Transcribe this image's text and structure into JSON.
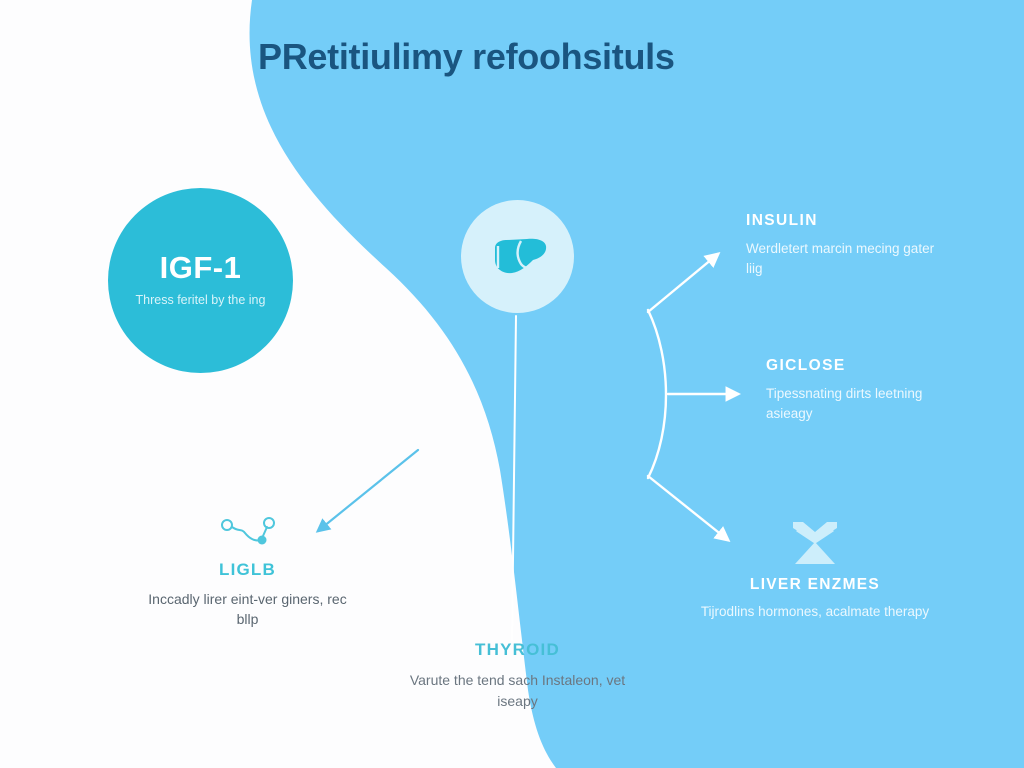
{
  "header": {
    "title": "PRetitiulimy refoohsituls"
  },
  "colors": {
    "background_blue": "#74cdf8",
    "background_white": "#fdfdfe",
    "teal_circle": "#2cbdd8",
    "pale_circle": "#d6f1fb",
    "title_navy": "#1a5580",
    "arrow_white": "#ffffff",
    "arrow_blue": "#5bc2ea",
    "teal_text": "#3fc3d8",
    "body_gray": "#5a6670"
  },
  "nodes": {
    "igf1": {
      "title": "IGF-1",
      "subtitle": "Thress feritel by the ing",
      "icon": "none"
    },
    "liver_organ": {
      "icon": "liver-icon"
    },
    "insulin": {
      "title": "INSULIN",
      "subtitle": "Werdletert marcin mecing gater liig"
    },
    "glucose": {
      "title": "GICLOSE",
      "subtitle": "Tipessnating dirts leetning asieagy"
    },
    "liver_enzymes": {
      "title": "LIVER ENZMES",
      "subtitle": "Tijrodlins hormones, acalmate therapy",
      "icon": "hourglass-icon"
    },
    "liglb": {
      "title": "LIGLB",
      "subtitle": "Inccadly lirer eint-ver giners, rec bllp",
      "icon": "molecule-icon"
    },
    "thyroid": {
      "title": "THYROID",
      "subtitle": "Varute the tend sach Instaleon, vet iseapy"
    }
  },
  "connectors": [
    {
      "name": "bracket-to-insulin",
      "from": "bracket",
      "to": "insulin",
      "color": "#ffffff"
    },
    {
      "name": "bracket-to-glucose",
      "from": "bracket",
      "to": "glucose",
      "color": "#ffffff"
    },
    {
      "name": "bracket-to-liver-enzymes",
      "from": "bracket",
      "to": "liver_enzymes",
      "color": "#ffffff"
    },
    {
      "name": "center-to-liglb",
      "from": "center",
      "to": "liglb",
      "color": "#5bc2ea"
    },
    {
      "name": "liver-to-thyroid",
      "from": "liver_organ",
      "to": "thyroid",
      "color": "#ffffff"
    }
  ]
}
